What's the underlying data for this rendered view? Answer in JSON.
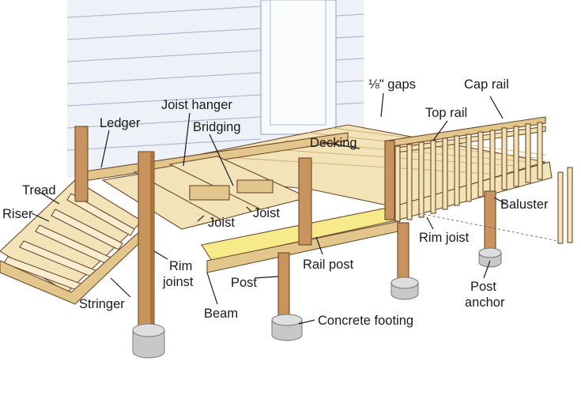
{
  "colors": {
    "siding": "#eef2f8",
    "siding_line": "#aebbd0",
    "wood_light": "#f3e3b9",
    "wood_mid": "#e3c68c",
    "wood_post": "#c9935d",
    "wood_post_dark": "#a8733f",
    "rim_highlight": "#f7ea8a",
    "concrete": "#c8c8c8",
    "outline": "#6b4a2b"
  },
  "labels": {
    "gaps": "⅛\" gaps",
    "cap_rail": "Cap rail",
    "joist_hanger": "Joist hanger",
    "top_rail": "Top rail",
    "ledger": "Ledger",
    "bridging": "Bridging",
    "decking": "Decking",
    "tread": "Tread",
    "riser": "Riser",
    "joist_left": "Joist",
    "joist_right": "Joist",
    "baluster": "Baluster",
    "rim_joist": "Rim joist",
    "rail_post": "Rail post",
    "rim_joinst_1": "Rim",
    "rim_joinst_2": "joinst",
    "post": "Post",
    "post_anchor_1": "Post",
    "post_anchor_2": "anchor",
    "stringer": "Stringer",
    "beam": "Beam",
    "concrete_footing": "Concrete footing"
  }
}
